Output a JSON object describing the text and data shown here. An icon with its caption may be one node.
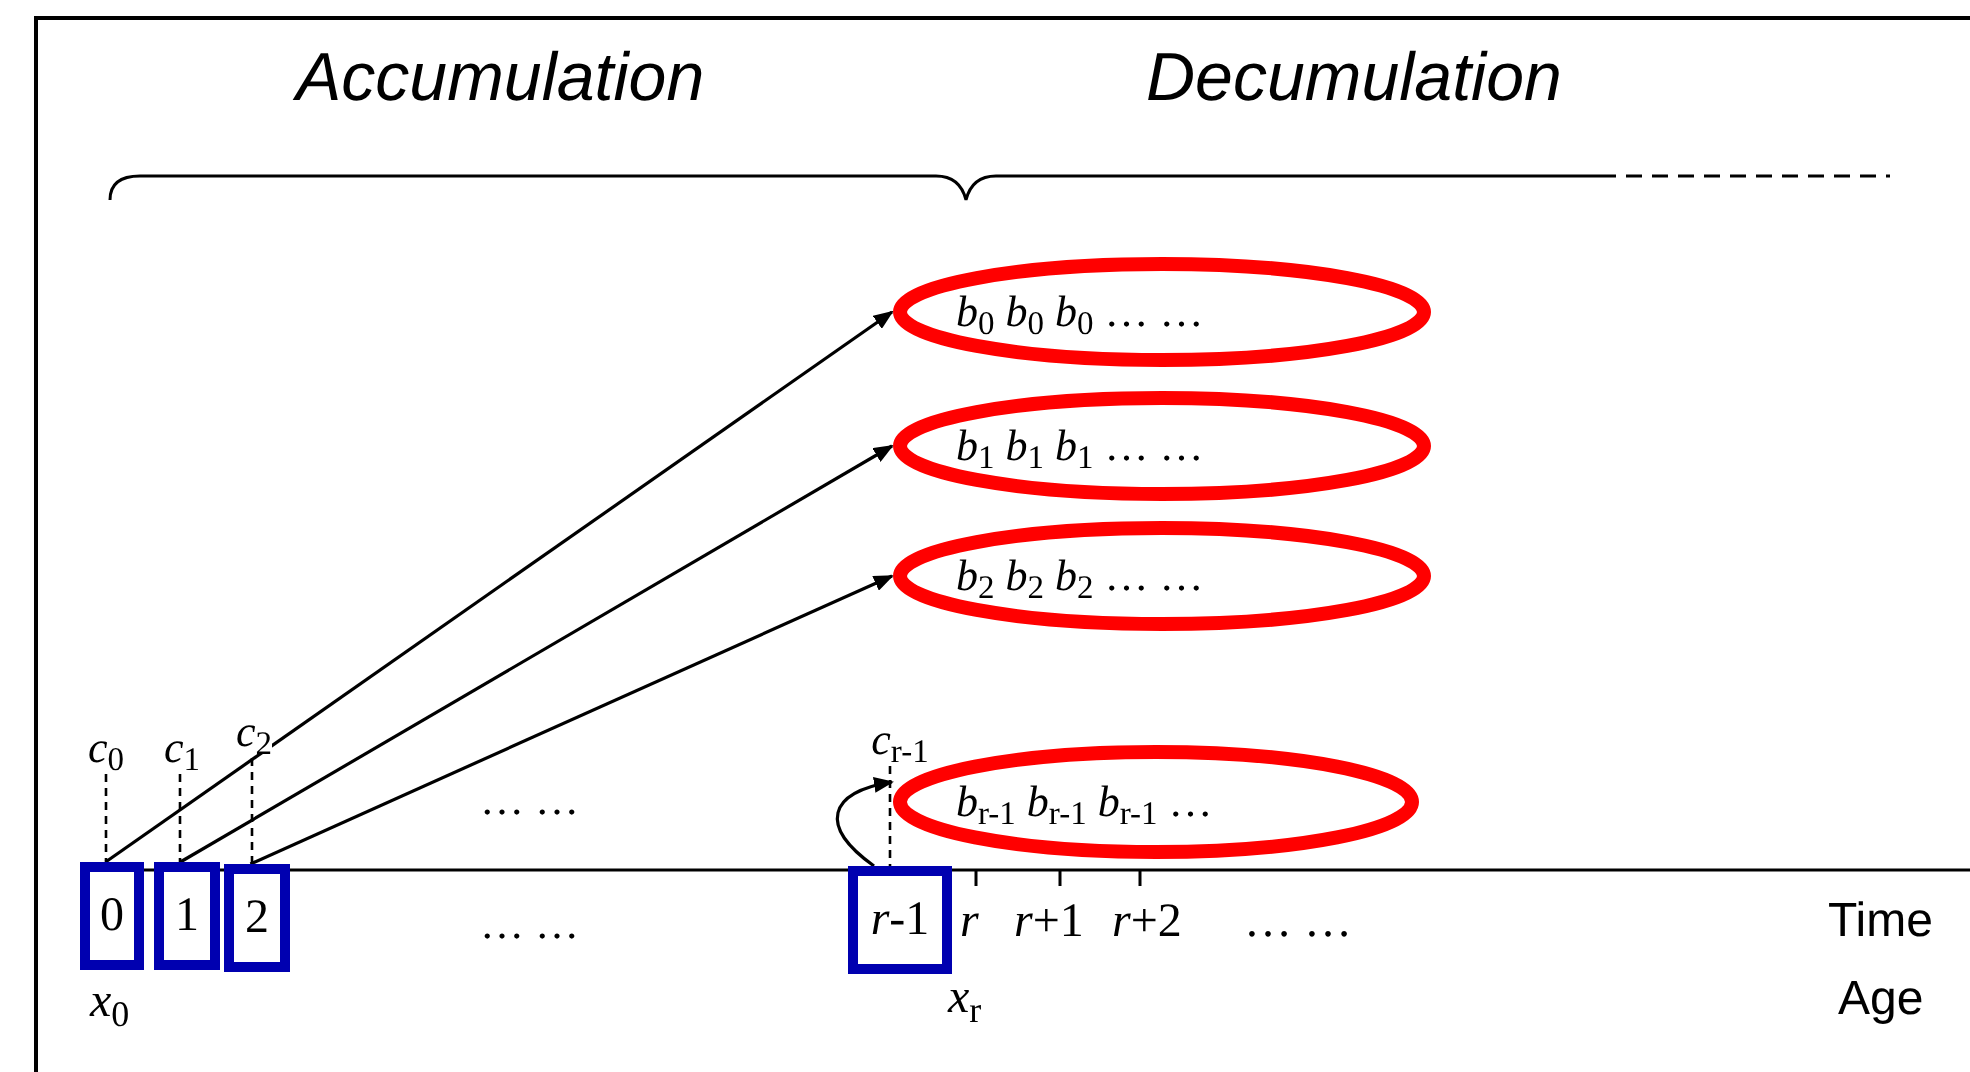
{
  "diagram": {
    "nodes": [
      {
        "text": [
          "0"
        ]
      },
      {
        "text": [
          "1"
        ]
      },
      {
        "text": [
          "2"
        ]
      },
      {
        "text": [
          "*r*-1"
        ]
      },
      {
        "text": [
          "*b*$_{0}$ *b*$_{0}$ *b*$_{0}$ … …"
        ]
      },
      {
        "text": [
          "*b*$_{1}$ *b*$_{1}$ *b*$_{1}$ … …"
        ]
      },
      {
        "text": [
          "*b*$_{2}$ *b*$_{2}$ *b*$_{2}$ … …"
        ]
      },
      {
        "text": [
          "*b*$_{r-1}$ *b*$_{r-1}$ *b*$_{r-1}$ …"
        ]
      },
      {
        "text": [
          "*c*$_{0}$"
        ]
      },
      {
        "text": [
          "*c*$_{1}$"
        ]
      },
      {
        "text": [
          "*c*$_{2}$"
        ]
      },
      {
        "text": [
          "*c*$_{r-1}$"
        ]
      }
    ],
    "edges": [
      {
        "from": 0,
        "to": 4,
        "arrow": "to"
      },
      {
        "from": 1,
        "to": 5,
        "arrow": "to"
      },
      {
        "from": 2,
        "to": 6,
        "arrow": "to"
      },
      {
        "from": 3,
        "to": 7,
        "arrow": "to"
      },
      {
        "from": 8,
        "to": 0,
        "arrow": "none",
        "style": "dashed"
      },
      {
        "from": 9,
        "to": 1,
        "arrow": "none",
        "style": "dashed"
      },
      {
        "from": 10,
        "to": 2,
        "arrow": "none",
        "style": "dashed"
      },
      {
        "from": 11,
        "to": 3,
        "arrow": "none",
        "style": "dashed"
      }
    ],
    "labels": [
      "Accumulation",
      "Decumulation",
      "… …",
      "… …",
      "*r*",
      "*r*+1",
      "*r*+2",
      "… …",
      "Time",
      "*x*$_{0}$",
      "*x*$_{r}$",
      "Age"
    ]
  }
}
